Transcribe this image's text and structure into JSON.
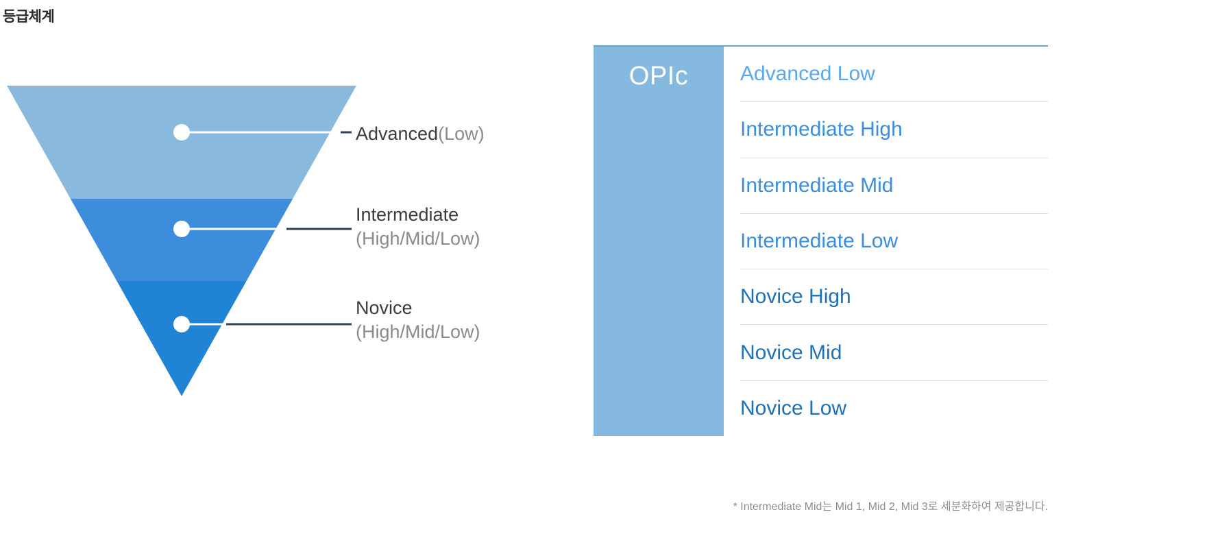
{
  "page": {
    "title": "등급체계",
    "background": "#ffffff"
  },
  "funnel": {
    "bands": [
      {
        "name": "advanced",
        "color": "#8ab9de"
      },
      {
        "name": "intermediate",
        "color": "#3c8ddc"
      },
      {
        "name": "novice",
        "color": "#2083d4"
      }
    ],
    "labels": [
      {
        "main": "Advanced",
        "sub": "(Low)",
        "layout": "inline"
      },
      {
        "main": "Intermediate",
        "sub": "(High/Mid/Low)",
        "layout": "stacked"
      },
      {
        "main": "Novice",
        "sub": "(High/Mid/Low)",
        "layout": "stacked"
      }
    ],
    "marker_color": "#ffffff",
    "leader_line_color": "#32404d"
  },
  "panel": {
    "badge_label": "OPIc",
    "badge_color": "#85b9e0",
    "top_border_color": "#63a5d8",
    "divider_color": "#dedede",
    "levels": [
      {
        "label": "Advanced Low",
        "color": "#5aa7ea"
      },
      {
        "label": "Intermediate High",
        "color": "#3b8ddd"
      },
      {
        "label": "Intermediate Mid",
        "color": "#3b8ddd"
      },
      {
        "label": "Intermediate Low",
        "color": "#3b8ddd"
      },
      {
        "label": "Novice High",
        "color": "#1f6fb5"
      },
      {
        "label": "Novice Mid",
        "color": "#1f6fb5"
      },
      {
        "label": "Novice Low",
        "color": "#1f6fb5"
      }
    ]
  },
  "footnote": {
    "text": "* Intermediate Mid는 Mid 1, Mid 2, Mid 3로 세분화하여 제공합니다."
  }
}
